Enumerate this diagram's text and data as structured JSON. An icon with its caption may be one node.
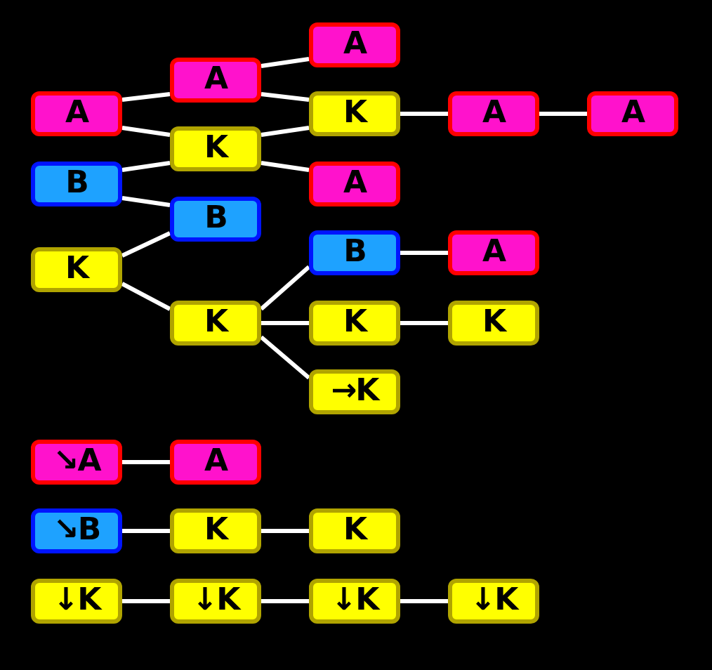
{
  "diagram": {
    "nodes": [
      {
        "text": [
          "A"
        ]
      },
      {
        "text": [
          "A"
        ]
      },
      {
        "text": [
          "A"
        ]
      },
      {
        "text": [
          "K"
        ]
      },
      {
        "text": [
          "A"
        ]
      },
      {
        "text": [
          "A"
        ]
      },
      {
        "text": [
          "K"
        ]
      },
      {
        "text": [
          "B"
        ]
      },
      {
        "text": [
          "A"
        ]
      },
      {
        "text": [
          "B"
        ]
      },
      {
        "text": [
          "B"
        ]
      },
      {
        "text": [
          "A"
        ]
      },
      {
        "text": [
          "K"
        ]
      },
      {
        "text": [
          "K"
        ]
      },
      {
        "text": [
          "K"
        ]
      },
      {
        "text": [
          "K"
        ]
      },
      {
        "text": [
          "→K"
        ]
      },
      {
        "text": [
          "↘A"
        ]
      },
      {
        "text": [
          "A"
        ]
      },
      {
        "text": [
          "↘B"
        ]
      },
      {
        "text": [
          "K"
        ]
      },
      {
        "text": [
          "K"
        ]
      },
      {
        "text": [
          "↓K"
        ]
      },
      {
        "text": [
          "↓K"
        ]
      },
      {
        "text": [
          "↓K"
        ]
      },
      {
        "text": [
          "↓K"
        ]
      }
    ],
    "edges": [
      {
        "from": 2,
        "to": 1,
        "arrow": "none"
      },
      {
        "from": 2,
        "to": 6,
        "arrow": "none"
      },
      {
        "from": 7,
        "to": 6,
        "arrow": "none"
      },
      {
        "from": 7,
        "to": 9,
        "arrow": "none"
      },
      {
        "from": 12,
        "to": 9,
        "arrow": "none"
      },
      {
        "from": 12,
        "to": 13,
        "arrow": "none"
      },
      {
        "from": 1,
        "to": 0,
        "arrow": "none"
      },
      {
        "from": 1,
        "to": 3,
        "arrow": "none"
      },
      {
        "from": 6,
        "to": 3,
        "arrow": "none"
      },
      {
        "from": 6,
        "to": 8,
        "arrow": "none"
      },
      {
        "from": 3,
        "to": 4,
        "arrow": "none"
      },
      {
        "from": 4,
        "to": 5,
        "arrow": "none"
      },
      {
        "from": 13,
        "to": 10,
        "arrow": "none"
      },
      {
        "from": 13,
        "to": 14,
        "arrow": "none"
      },
      {
        "from": 13,
        "to": 16,
        "arrow": "none"
      },
      {
        "from": 10,
        "to": 11,
        "arrow": "none"
      },
      {
        "from": 14,
        "to": 15,
        "arrow": "none"
      },
      {
        "from": 17,
        "to": 18,
        "arrow": "none"
      },
      {
        "from": 19,
        "to": 20,
        "arrow": "none"
      },
      {
        "from": 20,
        "to": 21,
        "arrow": "none"
      },
      {
        "from": 22,
        "to": 23,
        "arrow": "none"
      },
      {
        "from": 23,
        "to": 24,
        "arrow": "none"
      },
      {
        "from": 24,
        "to": 25,
        "arrow": "none"
      }
    ]
  }
}
